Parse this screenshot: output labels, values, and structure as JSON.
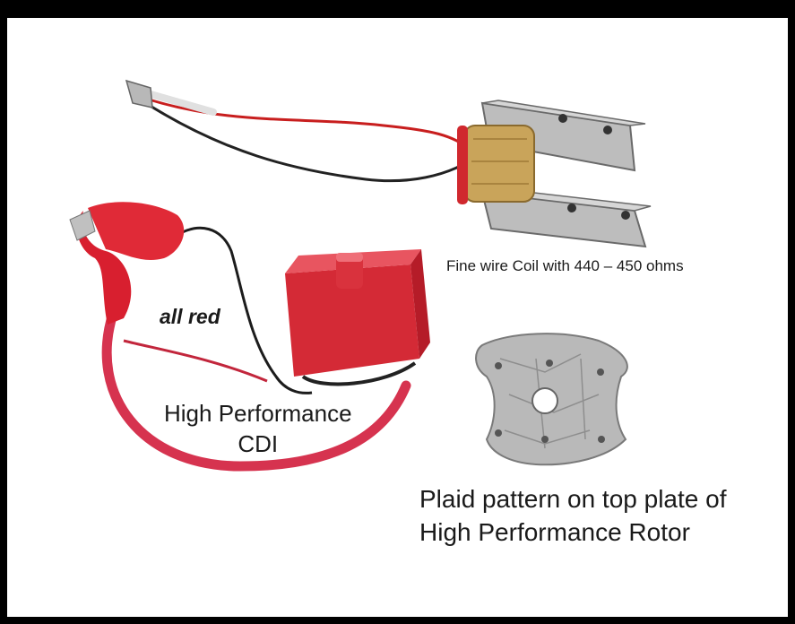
{
  "labels": {
    "coil": "Fine wire Coil with 440 – 450 ohms",
    "all_red": "all red",
    "cdi": [
      "High Performance",
      "CDI"
    ],
    "rotor": [
      "Plaid pattern on top plate of",
      "High Performance Rotor"
    ]
  },
  "colors": {
    "border": "#000000",
    "background": "#ffffff",
    "cdi_red": "#d42a36",
    "wire_pink": "#d6334f",
    "coil_copper": "#c9a45a",
    "metal": "#b9b9b9"
  }
}
